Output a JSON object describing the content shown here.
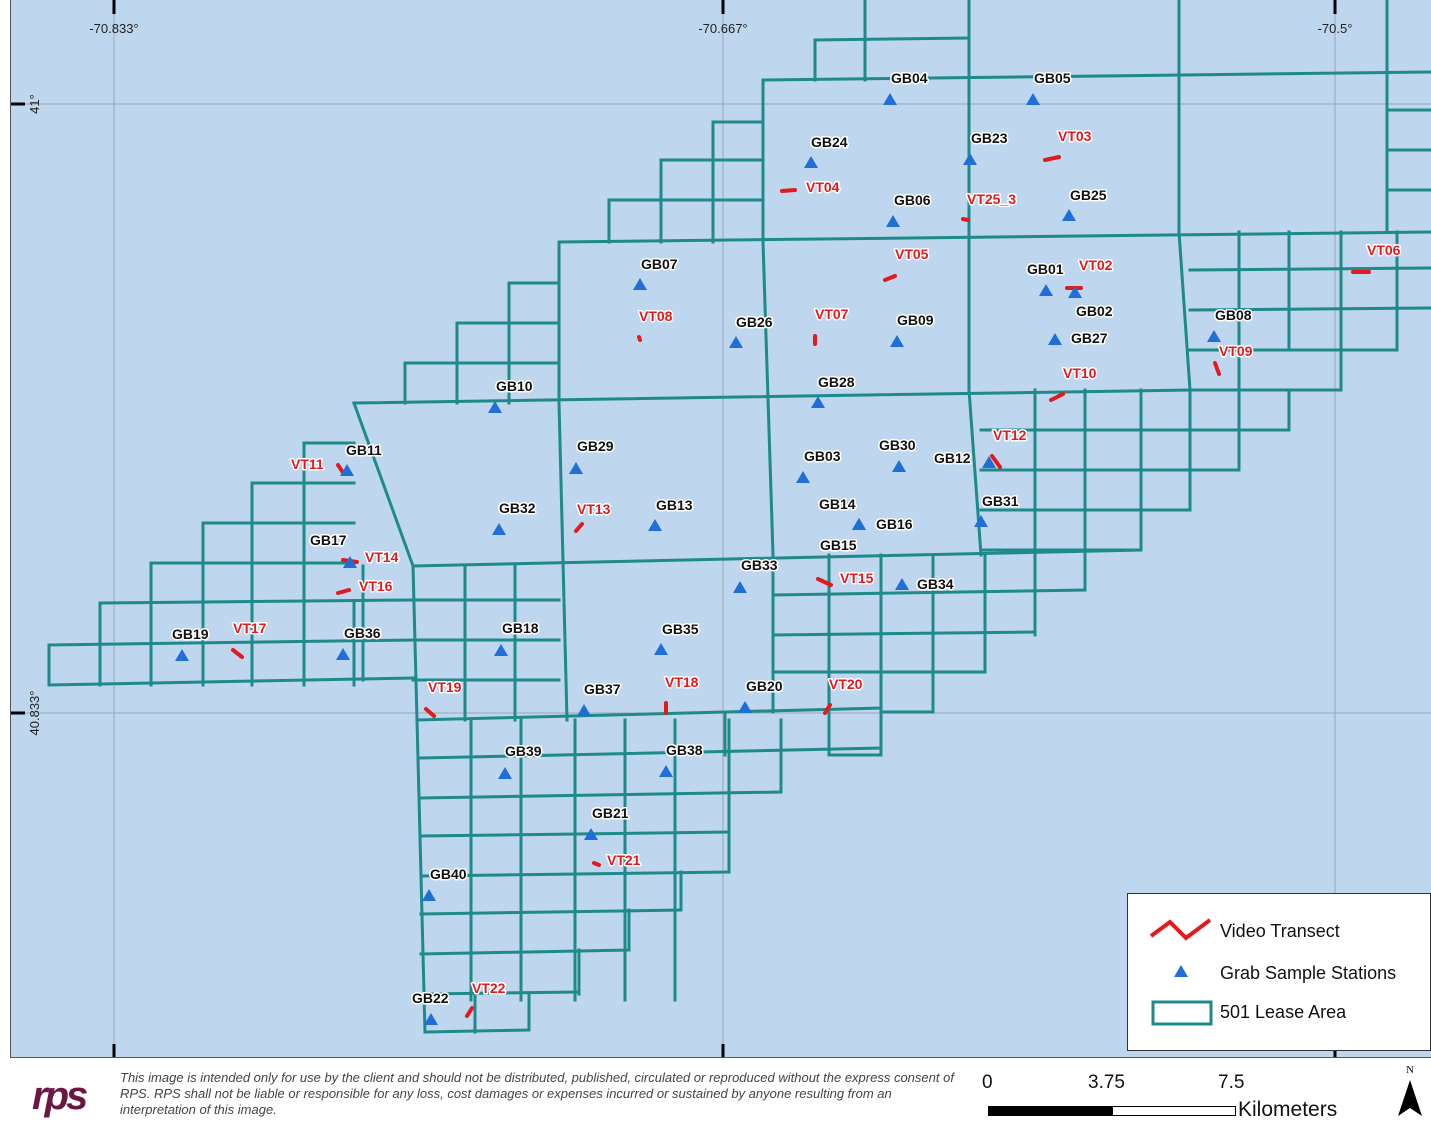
{
  "map": {
    "graticule": {
      "lon_labels": [
        "-70.833°",
        "-70.667°",
        "-70.5°"
      ],
      "lat_labels": [
        "41°",
        "40.833°"
      ]
    },
    "colors": {
      "water": "#bed6ee",
      "lease_outline": "#1f8a8a",
      "transect": "#e31a1c",
      "station": "#1f6fd6"
    },
    "grab_stations": [
      {
        "id": "GB01"
      },
      {
        "id": "GB02"
      },
      {
        "id": "GB03"
      },
      {
        "id": "GB04"
      },
      {
        "id": "GB05"
      },
      {
        "id": "GB06"
      },
      {
        "id": "GB07"
      },
      {
        "id": "GB08"
      },
      {
        "id": "GB09"
      },
      {
        "id": "GB10"
      },
      {
        "id": "GB11"
      },
      {
        "id": "GB12"
      },
      {
        "id": "GB13"
      },
      {
        "id": "GB14"
      },
      {
        "id": "GB15"
      },
      {
        "id": "GB16"
      },
      {
        "id": "GB17"
      },
      {
        "id": "GB18"
      },
      {
        "id": "GB19"
      },
      {
        "id": "GB20"
      },
      {
        "id": "GB21"
      },
      {
        "id": "GB22"
      },
      {
        "id": "GB23"
      },
      {
        "id": "GB24"
      },
      {
        "id": "GB25"
      },
      {
        "id": "GB26"
      },
      {
        "id": "GB27"
      },
      {
        "id": "GB28"
      },
      {
        "id": "GB29"
      },
      {
        "id": "GB30"
      },
      {
        "id": "GB31"
      },
      {
        "id": "GB32"
      },
      {
        "id": "GB33"
      },
      {
        "id": "GB34"
      },
      {
        "id": "GB35"
      },
      {
        "id": "GB36"
      },
      {
        "id": "GB37"
      },
      {
        "id": "GB38"
      },
      {
        "id": "GB39"
      },
      {
        "id": "GB40"
      }
    ],
    "video_transects": [
      {
        "id": "VT02"
      },
      {
        "id": "VT03"
      },
      {
        "id": "VT04"
      },
      {
        "id": "VT05"
      },
      {
        "id": "VT06"
      },
      {
        "id": "VT07"
      },
      {
        "id": "VT08"
      },
      {
        "id": "VT09"
      },
      {
        "id": "VT10"
      },
      {
        "id": "VT11"
      },
      {
        "id": "VT12"
      },
      {
        "id": "VT13"
      },
      {
        "id": "VT14"
      },
      {
        "id": "VT15"
      },
      {
        "id": "VT16"
      },
      {
        "id": "VT17"
      },
      {
        "id": "VT18"
      },
      {
        "id": "VT19"
      },
      {
        "id": "VT20"
      },
      {
        "id": "VT21"
      },
      {
        "id": "VT22"
      },
      {
        "id": "VT25_3"
      }
    ]
  },
  "legend": {
    "transect_label": "Video Transect",
    "station_label": "Grab Sample Stations",
    "lease_label": "501 Lease Area"
  },
  "footer": {
    "logo_text": "rps",
    "disclaimer": "This image is intended only for use by the client and should not be distributed, published, circulated or reproduced without the express consent of RPS. RPS shall not be liable or responsible for any loss, cost damages or expenses incurred or sustained by anyone resulting from an interpretation of this image.",
    "scale": {
      "ticks": [
        "0",
        "3.75",
        "7.5"
      ],
      "unit": "Kilometers"
    },
    "north_label": "N"
  }
}
